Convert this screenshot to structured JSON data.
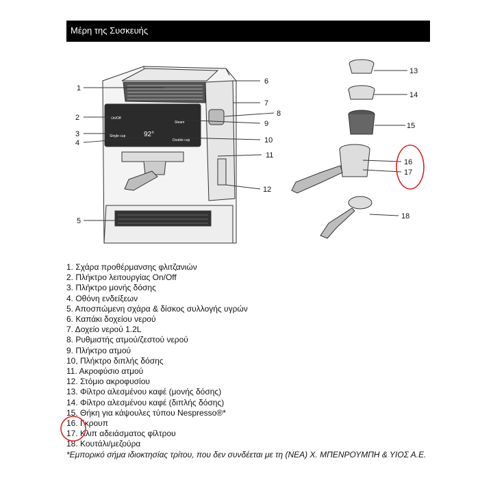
{
  "header": {
    "title": "Μέρη της Συσκευής"
  },
  "diagram": {
    "callouts": [
      "1",
      "2",
      "3",
      "4",
      "5",
      "6",
      "7",
      "8",
      "9",
      "10",
      "11",
      "12",
      "13",
      "14",
      "15",
      "16",
      "17",
      "18"
    ],
    "display_reading": "92°",
    "panel_labels": {
      "on_off": "On/Off",
      "single": "Single cup",
      "steam": "Steam",
      "double": "Double cup"
    }
  },
  "parts": [
    "1. Σχάρα προθέρμανσης φλιτζανιών",
    "2. Πλήκτρο λειτουργίας On/Off",
    "3. Πλήκτρο μονής δόσης",
    "4. Οθόνη ενδείξεων",
    "5. Αποσπώμενη σχάρα & δίσκος συλλογής υγρών",
    "6. Καπάκι δοχείου νερού",
    "7. Δοχείο νερού 1.2L",
    "8. Ρυθμιστής ατμού/ζεστού νερού",
    "9. Πλήκτρο ατμού",
    "10, Πλήκτρο διπλής δόσης",
    "11. Ακροφύσιο ατμού",
    "12. Στόμιο ακροφυσίου",
    "13. Φίλτρο αλεσμένου καφέ (μονής δόσης)",
    "14. Φίλτρο αλεσμένου καφέ (διπλής δόσης)",
    "15. Θήκη για κάψουλες τύπου Nespresso®*",
    "16. Γκρουπ",
    "17. Κλιπ αδειάσματος φίλτρου",
    "18. Κουτάλι/μεζούρα"
  ],
  "footnote": "*Εμπορικό σήμα ιδιοκτησίας τρίτου, που δεν συνδέεται με τη (ΝΕΑ) Χ. ΜΠΕΝΡΟΥΜΠΗ & ΥΙΟΣ Α.Ε.",
  "colors": {
    "highlight_circle": "#e02020",
    "header_bg": "#000000",
    "header_text": "#ffffff"
  }
}
